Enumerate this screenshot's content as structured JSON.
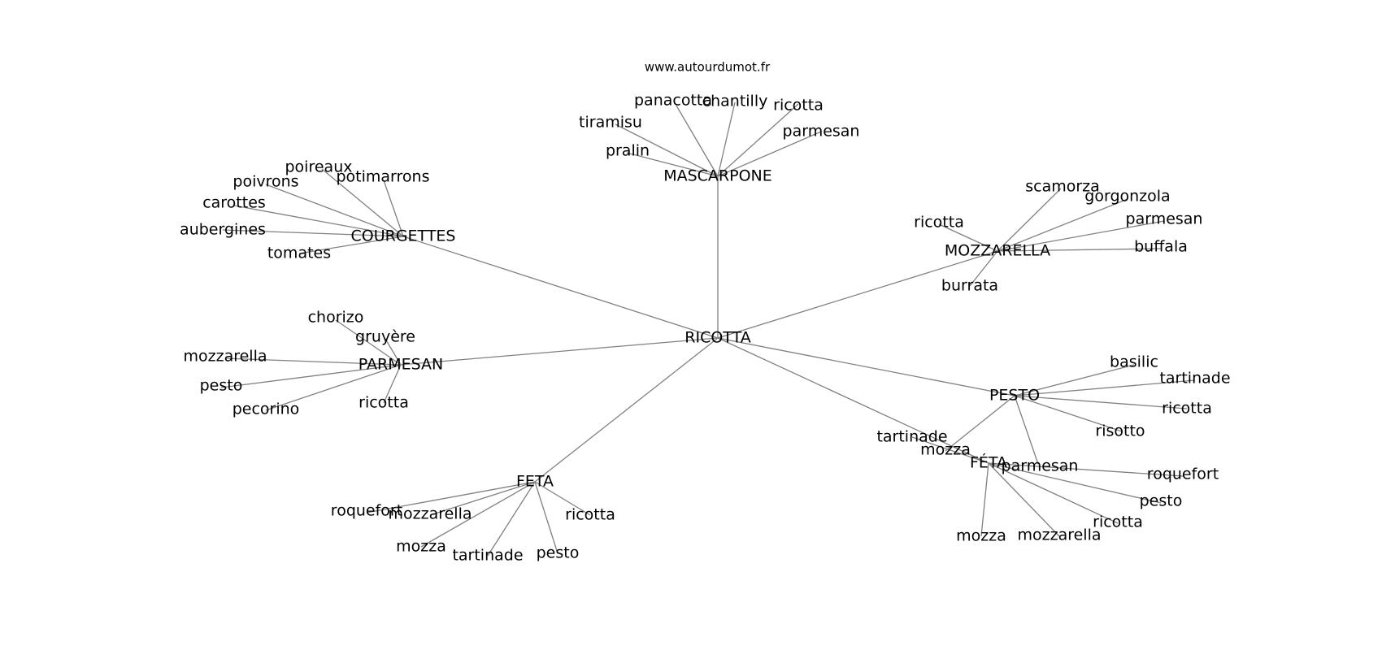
{
  "watermark": "www.autourdumot.fr",
  "graph": {
    "center": "RICOTTA",
    "hubs": [
      {
        "label": "MASCARPONE",
        "leaves": [
          "panacotta",
          "chantilly",
          "ricotta",
          "tiramisu",
          "parmesan",
          "pralin"
        ]
      },
      {
        "label": "COURGETTES",
        "leaves": [
          "poireaux",
          "potimarrons",
          "poivrons",
          "carottes",
          "aubergines",
          "tomates"
        ]
      },
      {
        "label": "MOZZARELLA",
        "leaves": [
          "scamorza",
          "gorgonzola",
          "parmesan",
          "ricotta",
          "buffala",
          "burrata"
        ]
      },
      {
        "label": "PARMESAN",
        "leaves": [
          "chorizo",
          "gruyère",
          "mozzarella",
          "pesto",
          "pecorino",
          "ricotta"
        ]
      },
      {
        "label": "PESTO",
        "leaves": [
          "basilic",
          "tartinade",
          "ricotta",
          "risotto",
          "parmesan",
          "mozza"
        ]
      },
      {
        "label": "FÉTA",
        "leaves": [
          "tartinade",
          "roquefort",
          "pesto",
          "ricotta",
          "mozzarella",
          "mozza"
        ]
      },
      {
        "label": "FETA",
        "leaves": [
          "roquefort",
          "mozzarella",
          "ricotta",
          "mozza",
          "tartinade",
          "pesto"
        ]
      }
    ]
  }
}
